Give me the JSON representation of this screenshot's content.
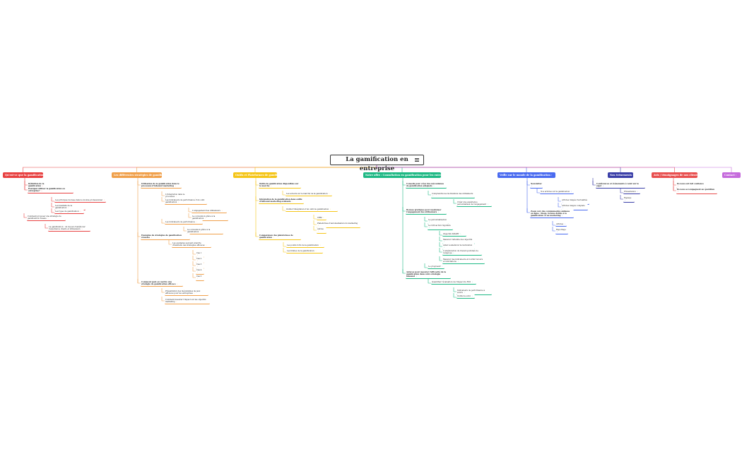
{
  "root": {
    "title": "La gamification en entreprise"
  },
  "colors": {
    "red": "#e84141",
    "orange": "#f0a04b",
    "yellow": "#f5c518",
    "green": "#1fb985",
    "blue": "#4a6bf0",
    "navy": "#3b3fa8",
    "coral": "#e84f4f",
    "purple": "#c56bdc"
  },
  "categories": [
    {
      "label": "Qu'est-ce que la gamification ?",
      "color": "#e84141"
    },
    {
      "label": "Les différentes stratégies de gamification",
      "color": "#f0a04b"
    },
    {
      "label": "Outils et Plateformes de gamification",
      "color": "#f5c518"
    },
    {
      "label": "Notre offre : Consultation en gamification pour les entreprises",
      "color": "#1fb985"
    },
    {
      "label": "Veille sur le monde de la gamification",
      "color": "#4a6bf0"
    },
    {
      "label": "Nos événements",
      "color": "#3b3fa8"
    },
    {
      "label": "Avis / témoignages de nos clients",
      "color": "#e84f4f"
    },
    {
      "label": "Contact",
      "color": "#c56bdc"
    }
  ],
  "nodes": {
    "c1": [
      "Définition de la gamification",
      "Pourquoi utiliser la gamification en entreprise?",
      "Les principes de base dans le monde professionnel",
      "Les bienfaits de la gamification",
      "Les types de gamification",
      "Comment proposer une stratégie de gamification réussie",
      "La gamification : un moyen d'améliorer l'expérience clients et utilisateurs"
    ],
    "c2": [
      "Utilisation de la gamification dans le processus d'inbound marketing",
      "L'intégration dans le processus",
      "Les indicateurs de performance d'un outil gamification",
      "L'engagement des utilisateurs",
      "La conversion grâce à la gamification",
      "Les indicateurs de performance",
      "La conversion grâce à la gamification",
      "Exemples de stratégies de gamification réussies",
      "Les exemples peuvent prendre d'habitude des stratégies efficaces",
      "Cas 1",
      "Cas 2",
      "Cas 3",
      "Cas 4",
      "Cas 5",
      "Comment peut-on mettre une stratégie de gamification efficace",
      "Présentation des mécanismes de jeux efficaces pour les entreprises",
      "Comment mesurer l'impact sur les objectifs marketing"
    ],
    "c3": [
      "Outils de gamification disponibles sur le marché",
      "Les acteurs sur le marché de la gamification",
      "Intégration de la gamification dans outils d'inbound marketing existants",
      "Outils d'intégration d'un outil de gamification",
      "CRM",
      "Plateformes d'automatisation du marketing",
      "Autres",
      "Comparaison des plateformes de gamification",
      "Les points forts de la gamification",
      "Les limites de la gamification"
    ],
    "c4": [
      "Conseils pour créer des mécanismes de gamification adéquats",
      "Comprendre les motivations des utilisateurs",
      "Créer une expérience personnalisée de l'engagement",
      "Bonnes pratiques pour maximiser l'engagement des utilisateurs",
      "La personnalisation",
      "La rétroaction régulière",
      "Objectifs SMART",
      "Mesurer l'atteinte des objectifs",
      "Aider à améliorer la motivation",
      "L'amélioration du travail quotidien de l'employé",
      "Mesurer des indicateurs et fournir retours et félicitations",
      "Le progressif",
      "Astuces pour mesurer l'efficacité de la gamification dans votre stratégie inbound",
      "Quantifier l'évaluation de l'impact du ROI",
      "Indicateurs de performance à suivre",
      "Outils de suivi"
    ],
    "c5": [
      "Newsletter",
      "Nos articles sur la gamification",
      "Articles rangés d'actualités",
      "Articles rangés complets",
      "Zoom vers des communautés animées en ligne : blogs, forums dédiés à la gamification et au marketing",
      "Articles",
      "Reportage"
    ],
    "c6": [
      "Conférences et évènements à venir sur le sujet",
      "Présentation",
      "Replays"
    ],
    "c7": [
      "Ils nous ont fait confiance",
      "Ils nous accompagnent au quotidien"
    ]
  }
}
